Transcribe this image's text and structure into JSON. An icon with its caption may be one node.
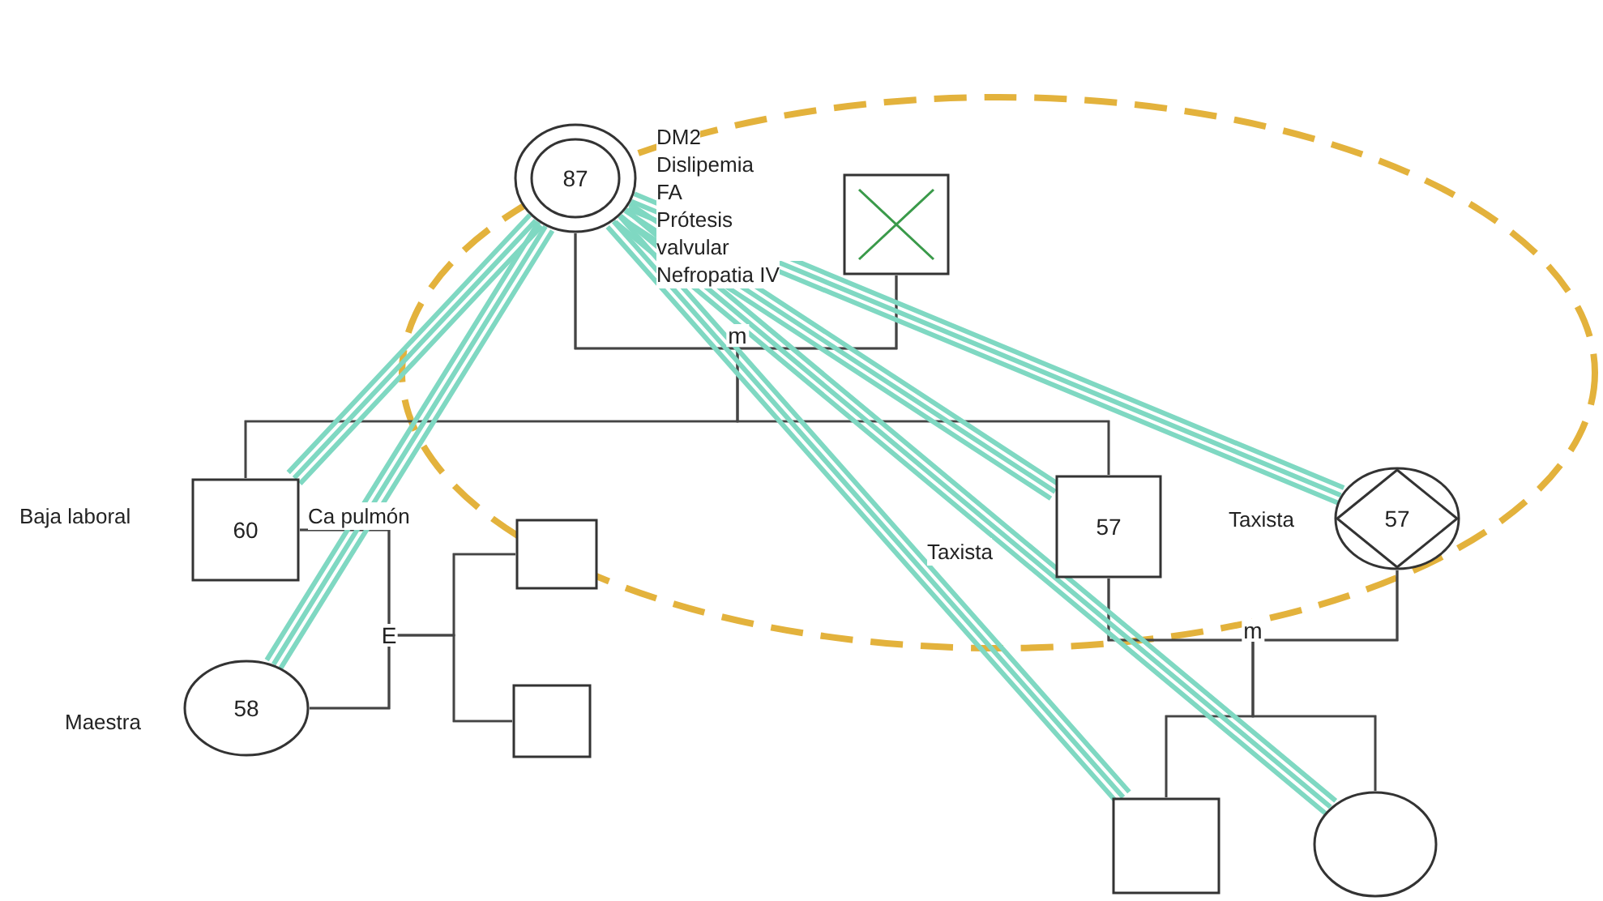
{
  "diagram": {
    "nodes": [
      {
        "text": [
          "87"
        ],
        "beside": [
          "DM2",
          "Dislipemia",
          "FA",
          "Prótesis valvular",
          "Nefropatia IV"
        ]
      },
      {
        "text": [],
        "shape": "box"
      },
      {
        "text": [
          "60"
        ],
        "beside": [
          "Baja laboral",
          "Ca pulmón"
        ]
      },
      {
        "text": [
          "58"
        ],
        "beside": [
          "Maestra"
        ]
      },
      {
        "text": [],
        "shape": "box"
      },
      {
        "text": [],
        "shape": "box"
      },
      {
        "text": [
          "57"
        ],
        "beside": [
          "Taxista"
        ]
      },
      {
        "text": [
          "57"
        ],
        "beside": [
          "Taxista"
        ]
      },
      {
        "text": [],
        "shape": "box"
      },
      {
        "text": [],
        "shape": "circle"
      }
    ],
    "edges": [
      {
        "from": 0,
        "to": 1,
        "arrow": "none",
        "label": "m"
      },
      {
        "from": 0,
        "to": 2,
        "arrow": "none"
      },
      {
        "from": 1,
        "to": 2,
        "arrow": "none"
      },
      {
        "from": 0,
        "to": 6,
        "arrow": "none"
      },
      {
        "from": 1,
        "to": 6,
        "arrow": "none"
      },
      {
        "from": 2,
        "to": 3,
        "arrow": "none",
        "label": "E"
      },
      {
        "from": 2,
        "to": 4,
        "arrow": "none"
      },
      {
        "from": 3,
        "to": 4,
        "arrow": "none"
      },
      {
        "from": 2,
        "to": 5,
        "arrow": "none"
      },
      {
        "from": 3,
        "to": 5,
        "arrow": "none"
      },
      {
        "from": 6,
        "to": 7,
        "arrow": "none",
        "label": "m"
      },
      {
        "from": 6,
        "to": 8,
        "arrow": "none"
      },
      {
        "from": 7,
        "to": 8,
        "arrow": "none"
      },
      {
        "from": 6,
        "to": 9,
        "arrow": "none"
      },
      {
        "from": 7,
        "to": 9,
        "arrow": "none"
      },
      {
        "from": 0,
        "to": 2,
        "arrow": "none",
        "style": "thick",
        "color": "#7fd8c2"
      },
      {
        "from": 0,
        "to": 3,
        "arrow": "none",
        "style": "thick",
        "color": "#7fd8c2"
      },
      {
        "from": 0,
        "to": 6,
        "arrow": "none",
        "style": "thick",
        "color": "#7fd8c2"
      },
      {
        "from": 0,
        "to": 7,
        "arrow": "none",
        "style": "thick",
        "color": "#7fd8c2"
      },
      {
        "from": 0,
        "to": 8,
        "arrow": "none",
        "style": "thick",
        "color": "#7fd8c2"
      },
      {
        "from": 0,
        "to": 9,
        "arrow": "none",
        "style": "thick",
        "color": "#7fd8c2"
      }
    ]
  }
}
